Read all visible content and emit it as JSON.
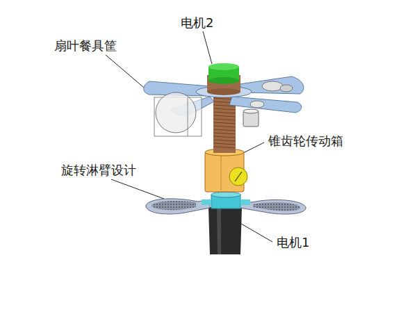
{
  "diagram": {
    "labels": [
      "电机2",
      "扇叶餐具筐",
      "锥齿轮传动箱",
      "旋转淋臂设计",
      "电机1"
    ]
  }
}
